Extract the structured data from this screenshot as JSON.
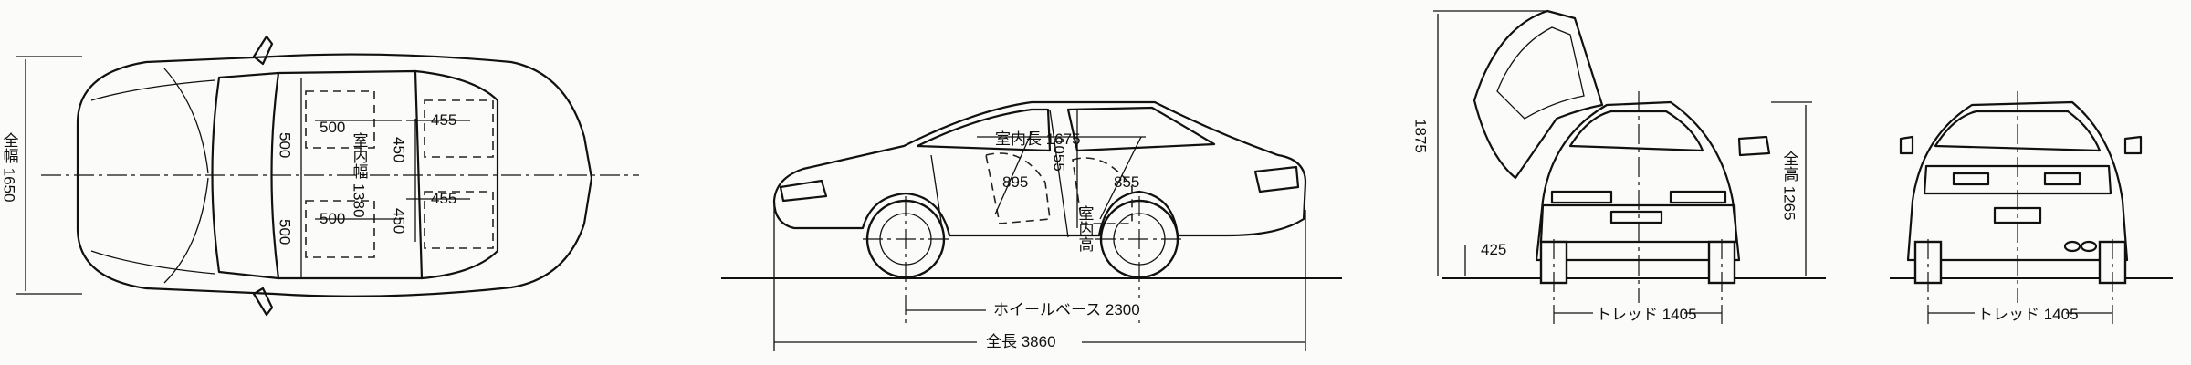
{
  "labels": {
    "top_width": "全幅 1650",
    "top_front_headroom_len": "500",
    "top_rear_headroom_len": "500",
    "top_interior_width": "室内幅 1380",
    "top_seat_a": "500",
    "top_seat_b": "500",
    "top_seat_c": "455",
    "top_seat_d": "455",
    "top_seat_e": "450",
    "top_seat_f": "450",
    "side_interior_length": "室内長 1675",
    "side_headroom_front": "895",
    "side_headroom_rear": "855",
    "side_headroom_mid": "1055",
    "side_interior_height": "室内高",
    "side_wheelbase": "ホイールベース 2300",
    "side_length": "全長 3860",
    "front_door_open_height": "1875",
    "front_height": "全高 1265",
    "front_ground_clearance": "425",
    "front_tread": "トレッド 1405",
    "rear_tread": "トレッド 1405"
  }
}
